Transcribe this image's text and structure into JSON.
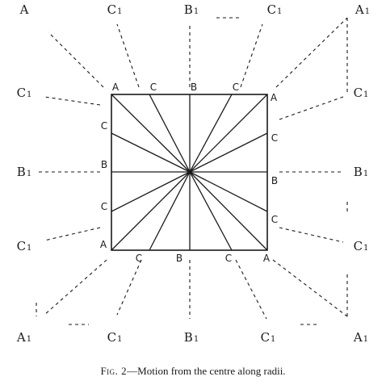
{
  "diagram": {
    "outer_labels": {
      "top": [
        "A",
        "C1",
        "B1",
        "C1",
        "A1"
      ],
      "left": [
        "C1",
        "B1",
        "C1"
      ],
      "right": [
        "C1",
        "B1",
        "C1"
      ],
      "bottom": [
        "A1",
        "C1",
        "B1",
        "C1",
        "A1"
      ]
    },
    "inner_labels": {
      "top": [
        "A",
        "C",
        "B",
        "C",
        "A"
      ],
      "left": [
        "C",
        "B",
        "C"
      ],
      "right": [
        "C",
        "B",
        "C"
      ],
      "bottom": [
        "A",
        "C",
        "B",
        "C",
        "A"
      ]
    }
  },
  "caption": {
    "figure": "Fig. 2",
    "text": "—Motion from the centre along radii."
  },
  "colors": {
    "ink": "#1a1a1a",
    "background": "#ffffff"
  }
}
